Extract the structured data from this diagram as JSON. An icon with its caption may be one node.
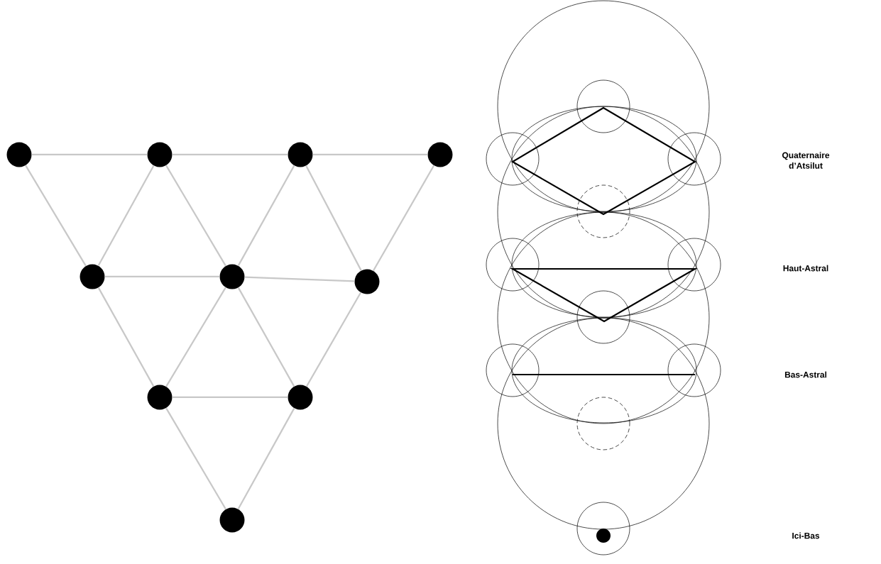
{
  "diagram": {
    "nodes": [
      {
        "text": [],
        "shape": "circle"
      },
      {
        "text": [],
        "shape": "circle"
      },
      {
        "text": [],
        "shape": "circle"
      },
      {
        "text": [],
        "shape": "circle"
      },
      {
        "text": [],
        "shape": "circle"
      },
      {
        "text": [],
        "shape": "circle"
      },
      {
        "text": [],
        "shape": "circle"
      },
      {
        "text": [],
        "shape": "circle"
      },
      {
        "text": [],
        "shape": "circle"
      },
      {
        "text": [],
        "shape": "circle"
      }
    ],
    "edges": [
      {
        "from": 0,
        "to": 1,
        "arrow": "none"
      },
      {
        "from": 1,
        "to": 2,
        "arrow": "none"
      },
      {
        "from": 2,
        "to": 3,
        "arrow": "none"
      },
      {
        "from": 0,
        "to": 4,
        "arrow": "none"
      },
      {
        "from": 1,
        "to": 4,
        "arrow": "none"
      },
      {
        "from": 1,
        "to": 5,
        "arrow": "none"
      },
      {
        "from": 2,
        "to": 5,
        "arrow": "none"
      },
      {
        "from": 2,
        "to": 6,
        "arrow": "none"
      },
      {
        "from": 3,
        "to": 6,
        "arrow": "none"
      },
      {
        "from": 4,
        "to": 5,
        "arrow": "none"
      },
      {
        "from": 5,
        "to": 6,
        "arrow": "none"
      },
      {
        "from": 4,
        "to": 7,
        "arrow": "none"
      },
      {
        "from": 5,
        "to": 7,
        "arrow": "none"
      },
      {
        "from": 5,
        "to": 8,
        "arrow": "none"
      },
      {
        "from": 6,
        "to": 8,
        "arrow": "none"
      },
      {
        "from": 7,
        "to": 8,
        "arrow": "none"
      },
      {
        "from": 7,
        "to": 9,
        "arrow": "none"
      },
      {
        "from": 8,
        "to": 9,
        "arrow": "none"
      }
    ],
    "labels": [
      "Quaternaire d’Atsilut",
      "Haut-Astral",
      "Bas-Astral",
      "Ici-Bas"
    ]
  }
}
